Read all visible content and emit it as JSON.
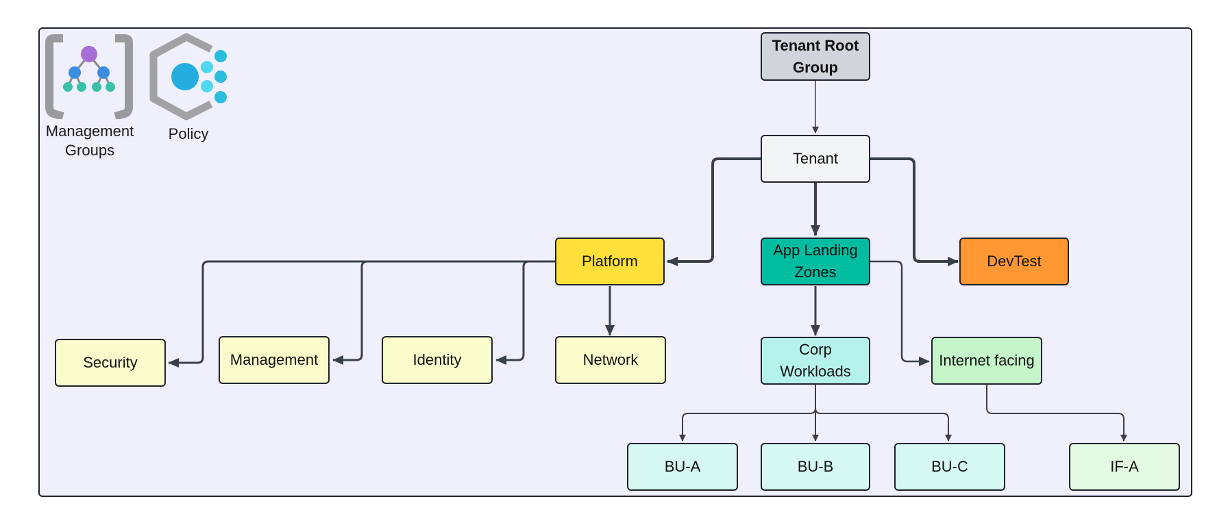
{
  "legend": {
    "management_groups": {
      "label": "Management Groups",
      "icon": "management-groups-icon"
    },
    "policy": {
      "label": "Policy",
      "icon": "policy-icon"
    }
  },
  "nodes": {
    "root": "Tenant Root Group",
    "tenant": "Tenant",
    "platform": "Platform",
    "landing": "App Landing Zones",
    "devtest": "DevTest",
    "security": "Security",
    "management": "Management",
    "identity": "Identity",
    "network": "Network",
    "corp": "Corp Workloads",
    "internet": "Internet facing",
    "bua": "BU-A",
    "bub": "BU-B",
    "buc": "BU-C",
    "ifa": "IF-A"
  },
  "colors": {
    "root": "#d0d5dc",
    "tenant": "#f3f4f6",
    "platform": "#ffdf3a",
    "landing": "#00bca0",
    "devtest": "#ff9733",
    "platform_child": "#fafccb",
    "corp": "#b6f2ec",
    "internet": "#c5f5c8",
    "bu": "#d6f8f3",
    "ifa": "#e3f9e2",
    "line": "#3a3f4c"
  }
}
